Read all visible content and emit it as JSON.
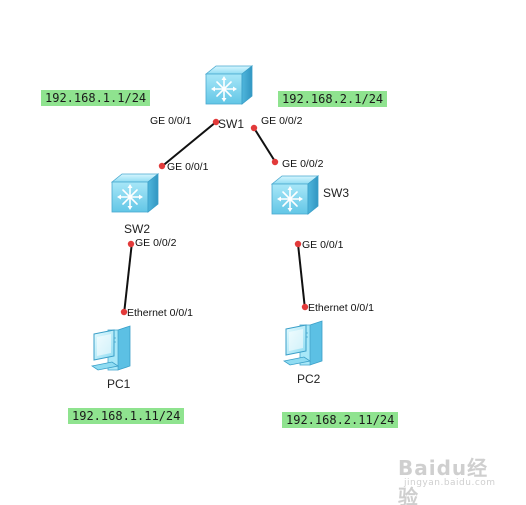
{
  "nodes": {
    "sw1": {
      "name": "SW1"
    },
    "sw2": {
      "name": "SW2"
    },
    "sw3": {
      "name": "SW3"
    },
    "pc1": {
      "name": "PC1"
    },
    "pc2": {
      "name": "PC2"
    }
  },
  "ports": {
    "sw1_left": "GE 0/0/1",
    "sw1_right": "GE 0/0/2",
    "sw2_up": "GE 0/0/1",
    "sw2_down": "GE 0/0/2",
    "sw3_up": "GE 0/0/2",
    "sw3_down": "GE 0/0/1",
    "pc1_eth": "Ethernet 0/0/1",
    "pc2_eth": "Ethernet 0/0/1"
  },
  "ip_labels": {
    "net1_gateway": "192.168.1.1/24",
    "net2_gateway": "192.168.2.1/24",
    "pc1_ip": "192.168.1.11/24",
    "pc2_ip": "192.168.2.11/24"
  },
  "colors": {
    "ip_label_bg": "#8fe38f",
    "link": "#111111",
    "port_dot": "#e23a3a",
    "switch_body": "#7fd6f0"
  },
  "icons": {
    "switch": "l3-switch-icon",
    "pc": "desktop-pc-icon"
  },
  "watermark": {
    "brand": "Baidu经验",
    "url": "jingyan.baidu.com"
  }
}
